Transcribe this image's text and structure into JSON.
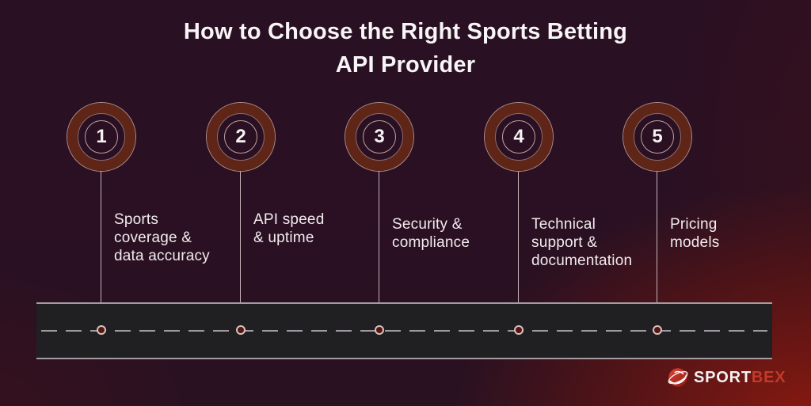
{
  "title": {
    "lines": [
      "How to Choose the Right Sports Betting",
      "API Provider"
    ]
  },
  "steps": [
    {
      "number": "1",
      "label": "Sports\ncoverage &\ndata accuracy"
    },
    {
      "number": "2",
      "label": "API speed\n& uptime"
    },
    {
      "number": "3",
      "label": "Security &\ncompliance"
    },
    {
      "number": "4",
      "label": "Technical\nsupport &\ndocumentation"
    },
    {
      "number": "5",
      "label": "Pricing\nmodels"
    }
  ],
  "brand": {
    "name_primary": "SPORT",
    "name_secondary": "BEX",
    "icon": "globe-swirl-icon"
  },
  "colors": {
    "background_base": "#2a1121",
    "background_glow": "#991b0d",
    "bullseye_ring": "#5f2517",
    "ring_outline": "#dbbab4",
    "title_text": "#f8f5f7",
    "label_text": "#f2ebee",
    "road_fill": "#202022",
    "road_border": "#b2aab0",
    "road_dash": "#a09aa0",
    "dot_fill": "#541811",
    "dot_border": "#d8c1c0",
    "logo_accent": "#c23a2b"
  }
}
